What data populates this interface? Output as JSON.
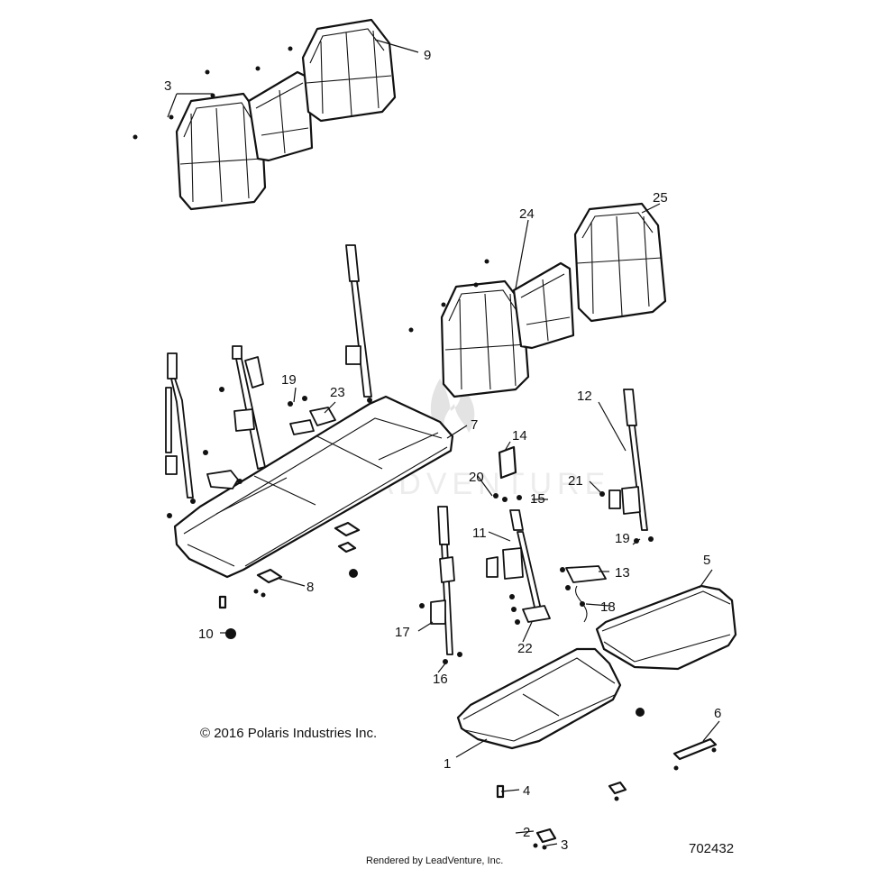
{
  "diagram": {
    "callouts": {
      "c1": "1",
      "c2": "2",
      "c3a": "3",
      "c3b": "3",
      "c4": "4",
      "c5": "5",
      "c6": "6",
      "c7": "7",
      "c8": "8",
      "c9": "9",
      "c10": "10",
      "c11": "11",
      "c12": "12",
      "c13": "13",
      "c14": "14",
      "c15": "15",
      "c16": "16",
      "c17": "17",
      "c18": "18",
      "c19a": "19",
      "c19b": "19",
      "c20": "20",
      "c21": "21",
      "c22": "22",
      "c23": "23",
      "c24": "24",
      "c25": "25"
    },
    "copyright": "© 2016 Polaris Industries Inc.",
    "rendered_by": "Rendered by LeadVenture, Inc.",
    "diagram_number": "702432"
  }
}
